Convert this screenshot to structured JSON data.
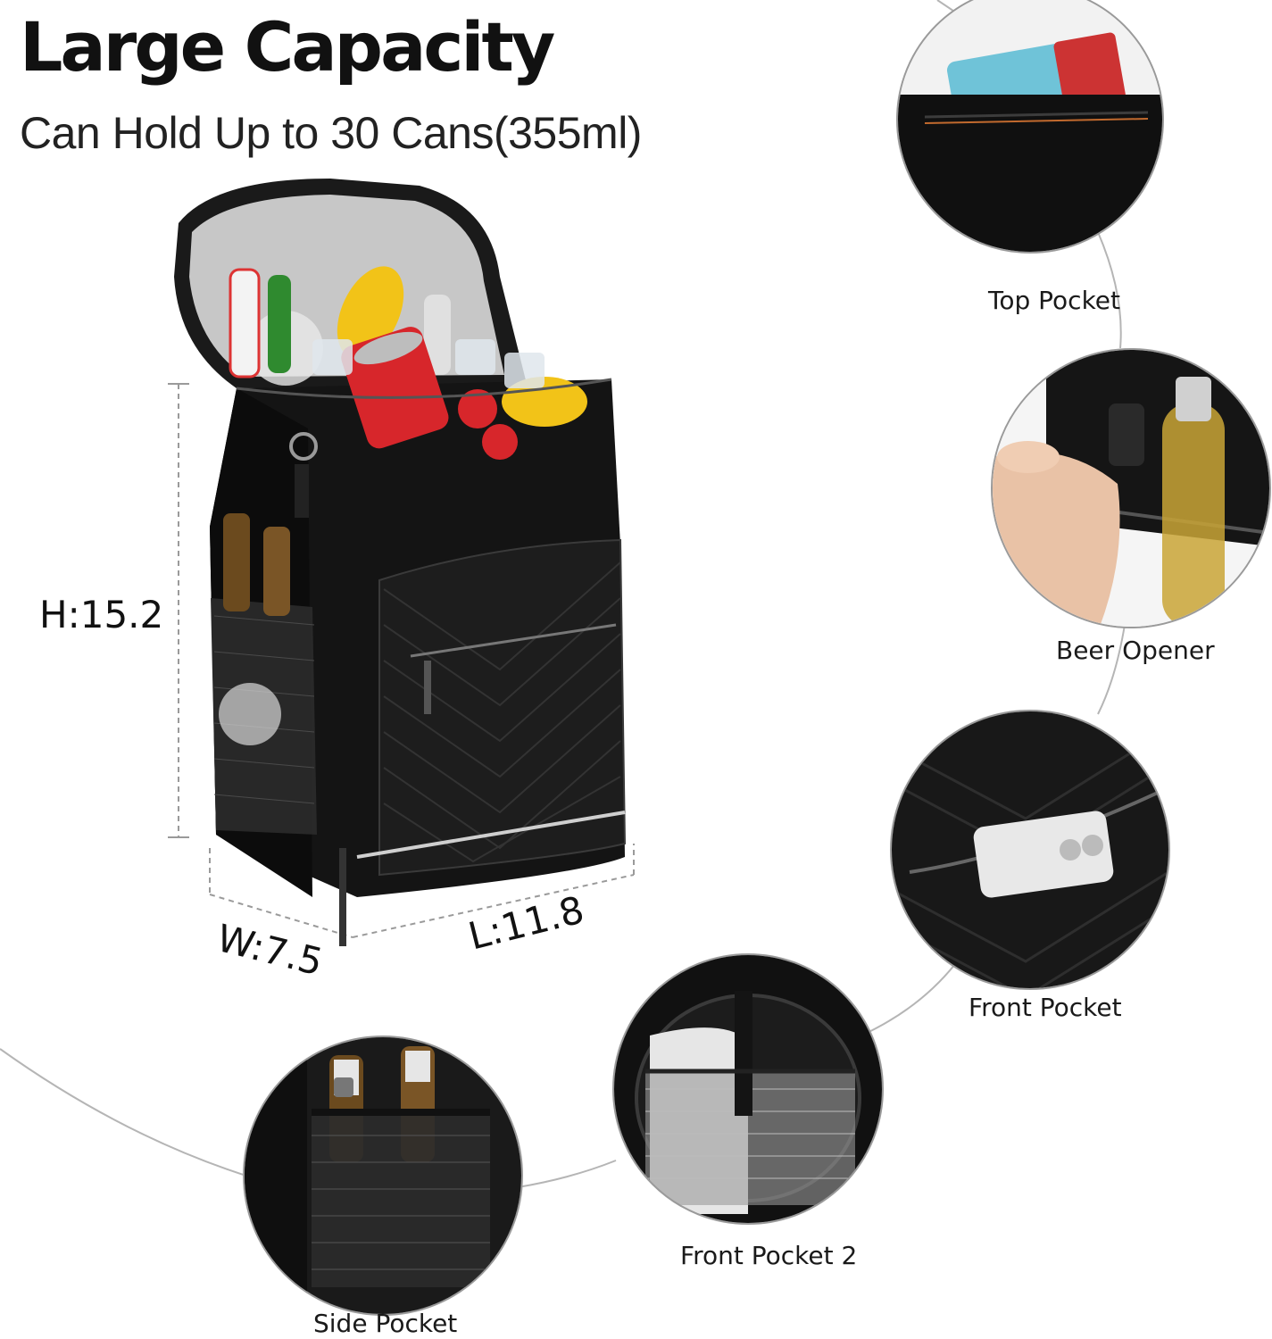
{
  "heading": {
    "title": "Large Capacity",
    "subtitle": "Can Hold Up to 30 Cans(355ml)"
  },
  "dimensions": {
    "height": "H:15.2",
    "width": "W:7.5",
    "length": "L:11.8"
  },
  "features": [
    {
      "label": "Top Pocket"
    },
    {
      "label": "Beer Opener"
    },
    {
      "label": "Front Pocket"
    },
    {
      "label": "Front Pocket 2"
    },
    {
      "label": "Side Pocket"
    }
  ],
  "colors": {
    "bag": "#141414",
    "lining": "#c8c8c8",
    "connector": "#b5b5b5",
    "can_red": "#d7262b",
    "lemon": "#f2c318"
  }
}
